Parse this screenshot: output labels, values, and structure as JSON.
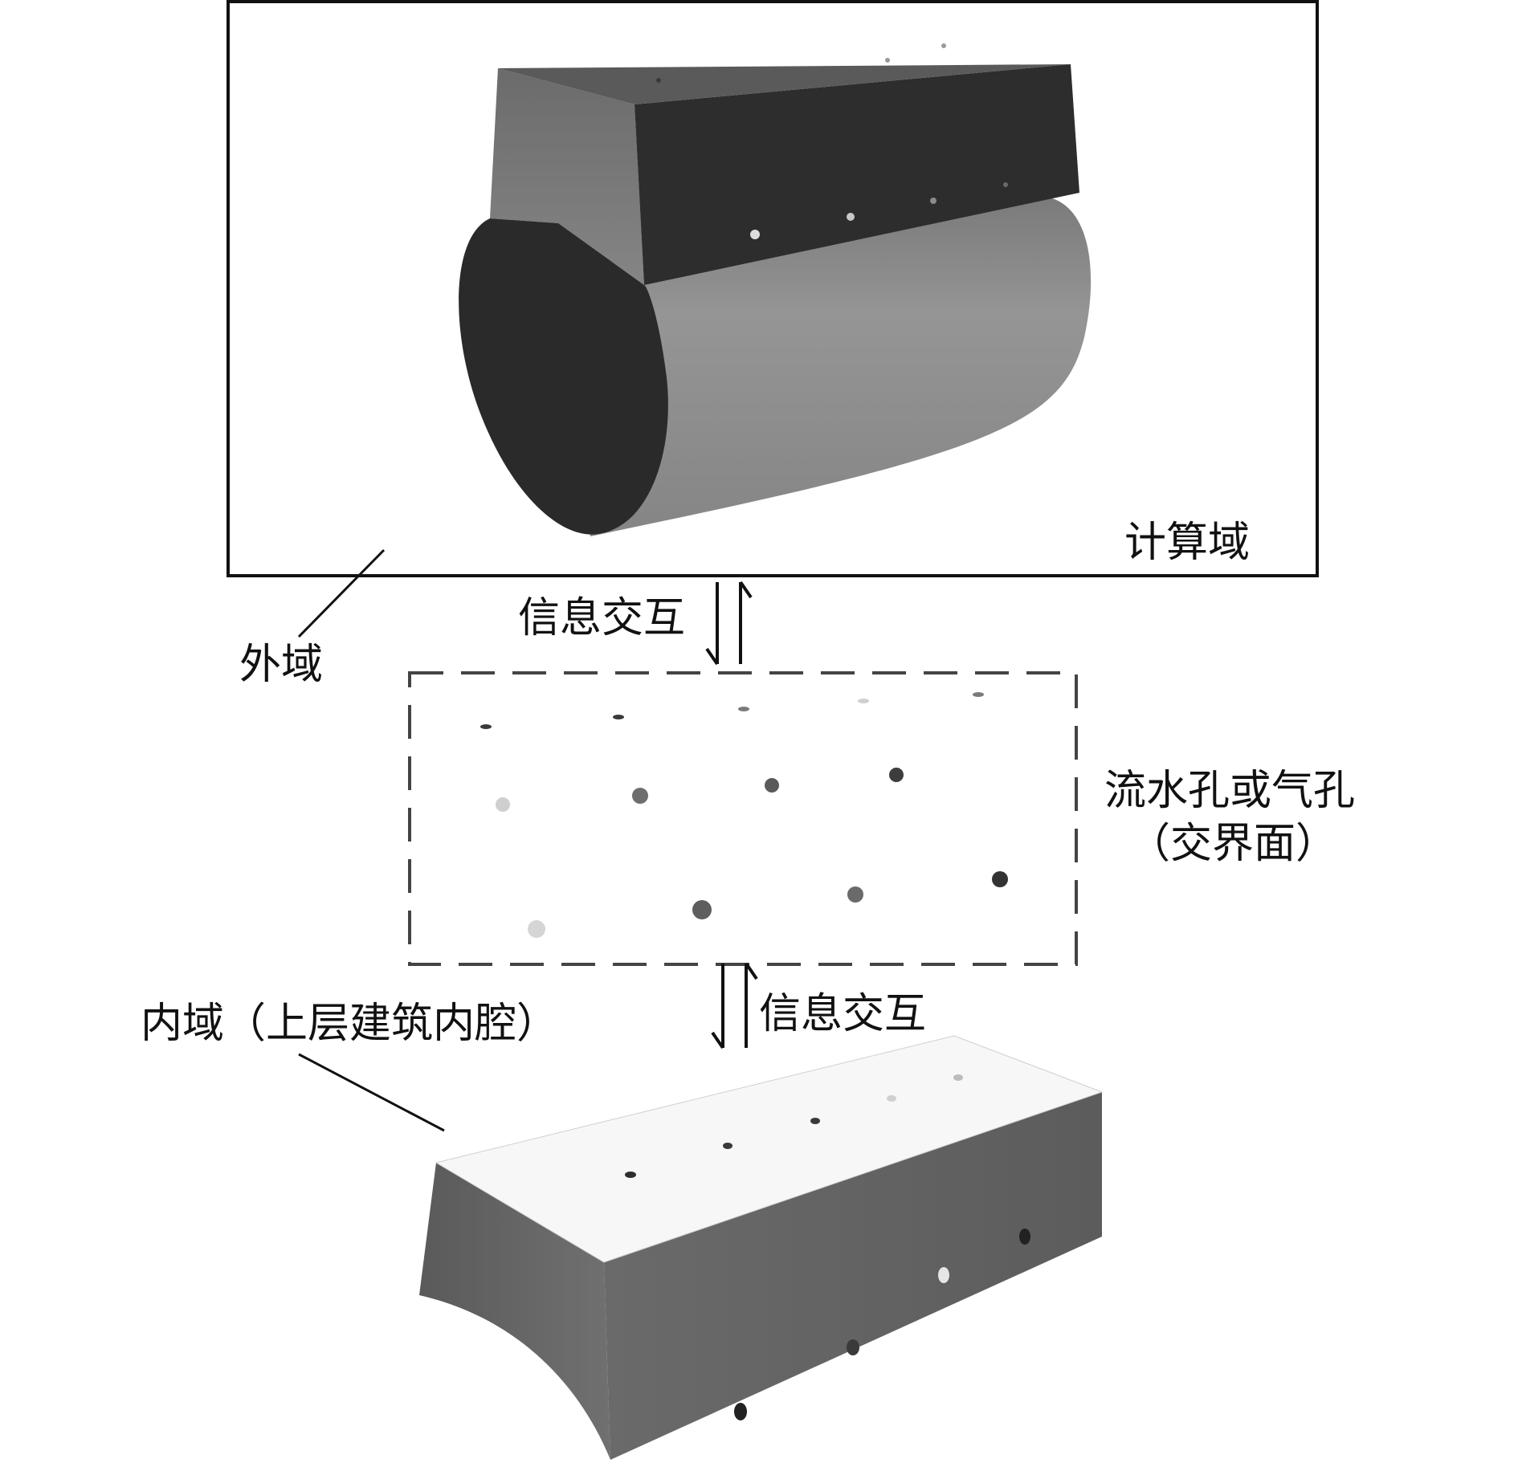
{
  "labels": {
    "computational_domain": "计算域",
    "outer_domain": "外域",
    "info_exchange_top": "信息交互",
    "info_exchange_bottom": "信息交互",
    "interface_line1": "流水孔或气孔",
    "interface_line2": "（交界面）",
    "inner_domain": "内域（上层建筑内腔）"
  },
  "colors": {
    "background": "#ffffff",
    "box_dark": "#2d2d2d",
    "box_mid": "#6e6e6e",
    "box_light": "#8a8a8a",
    "inner_top": "#f7f7f7",
    "inner_side": "#6a6a6a",
    "line": "#111111",
    "dash": "#444444"
  }
}
